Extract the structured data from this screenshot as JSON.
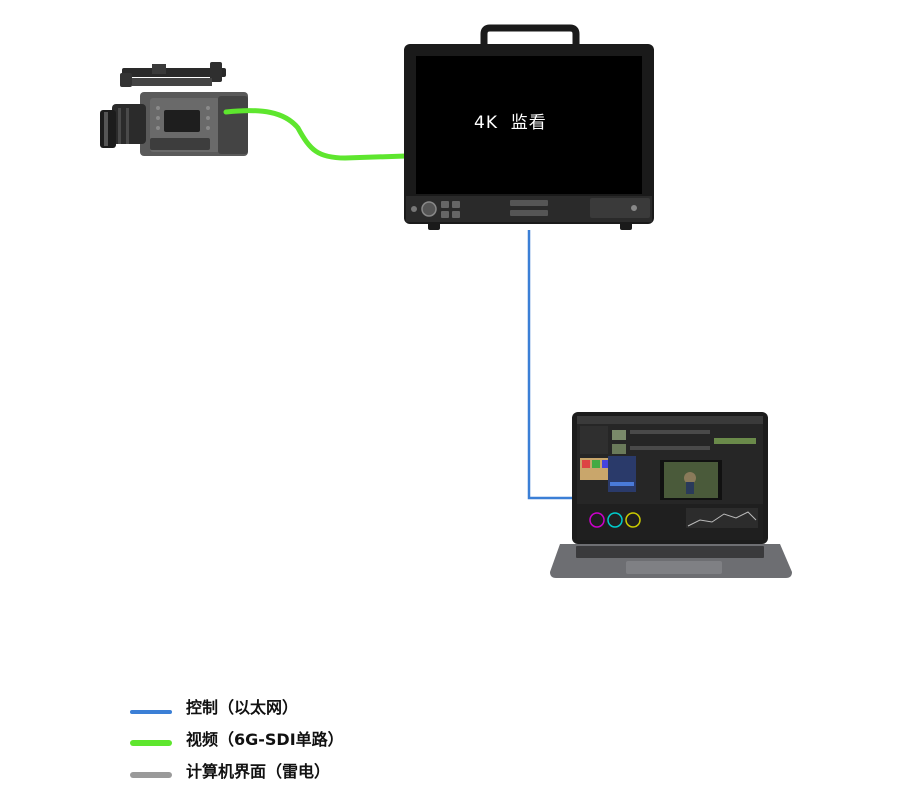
{
  "monitor": {
    "screen_label": "4K  监看"
  },
  "legend": [
    {
      "label": "控制（以太网）",
      "color": "#3b7fd6"
    },
    {
      "label": "视频（6G-SDI单路）",
      "color": "#5ee62e"
    },
    {
      "label": "计算机界面（雷电）",
      "color": "#9a9a9a"
    }
  ],
  "colors": {
    "control": "#3b7fd6",
    "video": "#5ee62e",
    "thunderbolt": "#9a9a9a",
    "monitor_body": "#1a1a1a",
    "laptop_body": "#6d6e72"
  },
  "icons": [
    "cinema-camera-icon",
    "broadcast-monitor-icon",
    "laptop-icon"
  ]
}
